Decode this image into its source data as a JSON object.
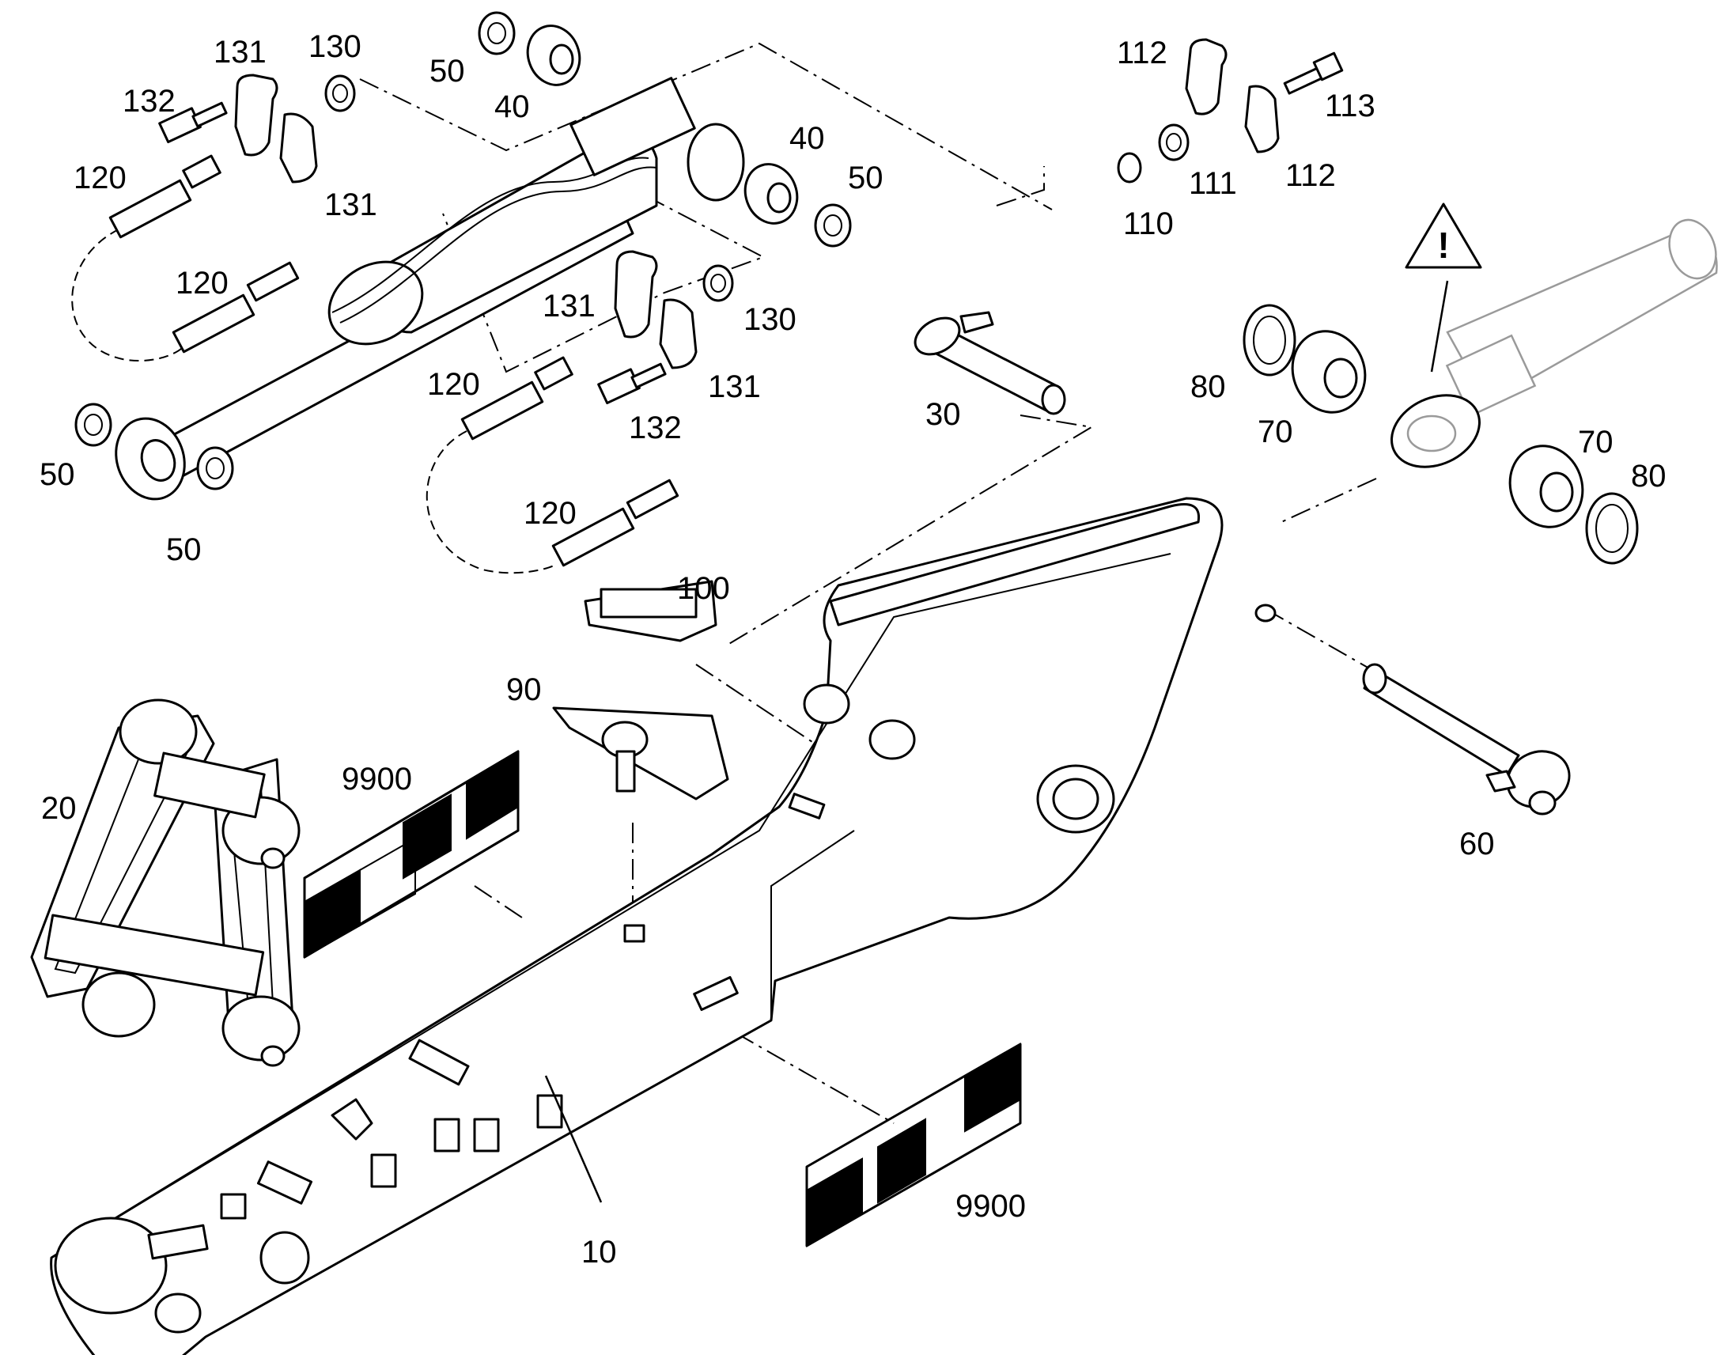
{
  "callouts": {
    "c10": "10",
    "c20": "20",
    "c30": "30",
    "c40a": "40",
    "c40b": "40",
    "c50a": "50",
    "c50b": "50",
    "c50c": "50",
    "c50d": "50",
    "c60": "60",
    "c70a": "70",
    "c70b": "70",
    "c80a": "80",
    "c80b": "80",
    "c90": "90",
    "c100": "100",
    "c110": "110",
    "c111": "111",
    "c112a": "112",
    "c112b": "112",
    "c113": "113",
    "c120a": "120",
    "c120b": "120",
    "c120c": "120",
    "c120d": "120",
    "c130a": "130",
    "c130b": "130",
    "c131a": "131",
    "c131b": "131",
    "c131c": "131",
    "c131d": "131",
    "c132a": "132",
    "c132b": "132",
    "c9900a": "9900",
    "c9900b": "9900"
  },
  "warning_symbol": "!",
  "icons": {
    "warning": "warning-triangle-icon"
  }
}
